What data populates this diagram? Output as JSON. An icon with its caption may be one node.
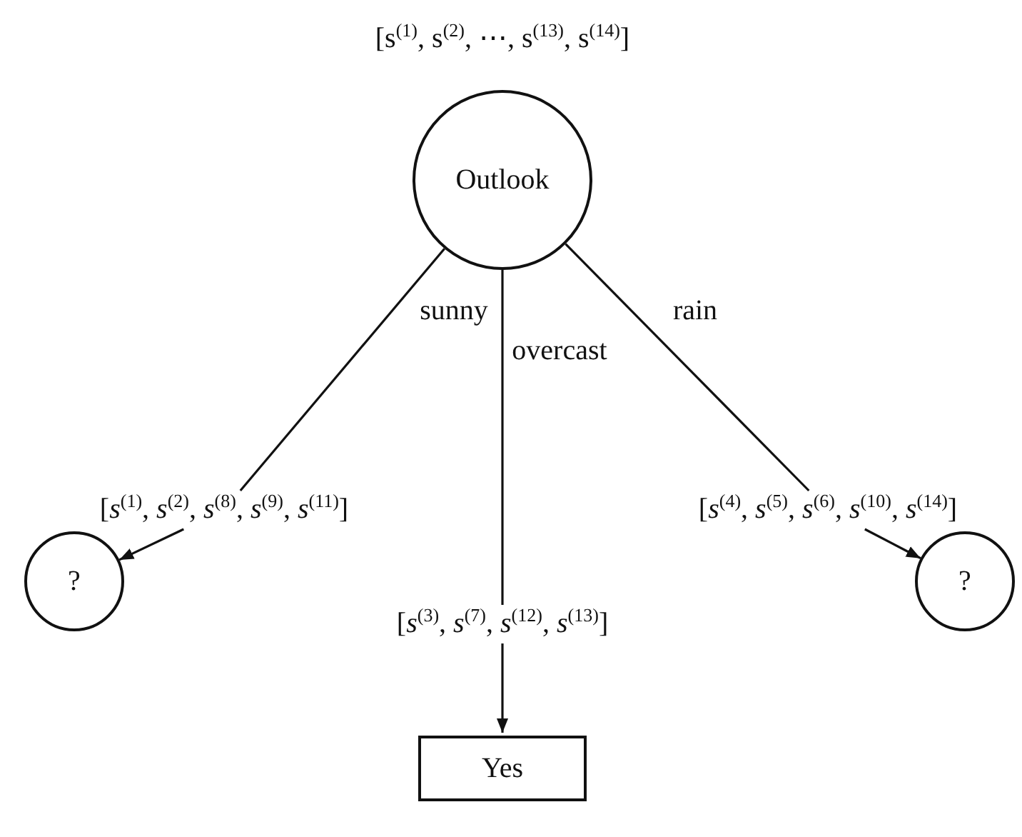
{
  "diagram": {
    "nodes": [
      {
        "text": [
          "Outlook"
        ],
        "beside": [
          "[s$^{(1)}$, s$^{(2)}$, ⋯, s$^{(13)}$, s$^{(14)}$]"
        ]
      },
      {
        "text": [
          "[*s*$^{(1)}$, *s*$^{(2)}$, *s*$^{(8)}$, *s*$^{(9)}$, *s*$^{(11)}$]"
        ]
      },
      {
        "text": [
          "?"
        ]
      },
      {
        "text": [
          "[*s*$^{(3)}$, *s*$^{(7)}$, *s*$^{(12)}$, *s*$^{(13)}$]"
        ]
      },
      {
        "text": [
          "Yes"
        ]
      },
      {
        "text": [
          "[*s*$^{(4)}$, *s*$^{(5)}$, *s*$^{(6)}$, *s*$^{(10)}$, *s*$^{(14)}$]"
        ]
      },
      {
        "text": [
          "?"
        ]
      }
    ],
    "edges": [
      {
        "from": 0,
        "to": 1,
        "arrow": "none",
        "label": "sunny"
      },
      {
        "from": 1,
        "to": 2,
        "arrow": "to"
      },
      {
        "from": 0,
        "to": 3,
        "arrow": "none",
        "label": "overcast"
      },
      {
        "from": 3,
        "to": 4,
        "arrow": "to"
      },
      {
        "from": 0,
        "to": 5,
        "arrow": "none",
        "label": "rain"
      },
      {
        "from": 5,
        "to": 6,
        "arrow": "to"
      }
    ]
  }
}
